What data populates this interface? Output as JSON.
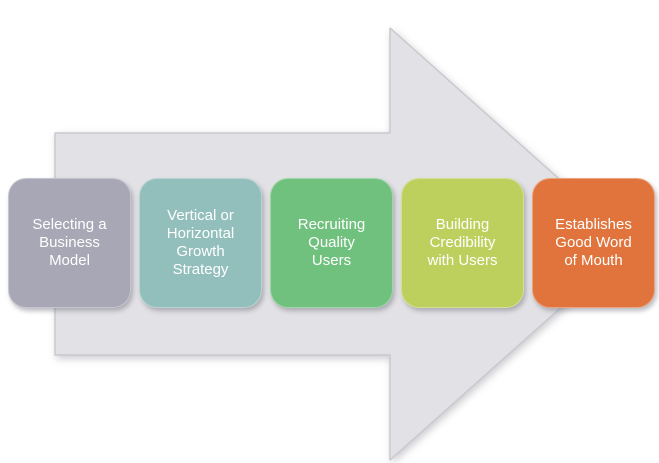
{
  "diagram": {
    "type": "process-flow-arrow",
    "arrow": {
      "fill": "#e2e2e6",
      "edge": "#c9c9ce"
    },
    "text_color": "#ffffff",
    "steps": [
      {
        "label": "Selecting a\nBusiness\nModel",
        "color": "#a8a7b5"
      },
      {
        "label": "Vertical or\nHorizontal\nGrowth\nStrategy",
        "color": "#92bfbc"
      },
      {
        "label": "Recruiting\nQuality\nUsers",
        "color": "#70c17e"
      },
      {
        "label": "Building\nCredibility\nwith Users",
        "color": "#bdd05e"
      },
      {
        "label": "Establishes\nGood Word\nof Mouth",
        "color": "#e1743c"
      }
    ]
  }
}
